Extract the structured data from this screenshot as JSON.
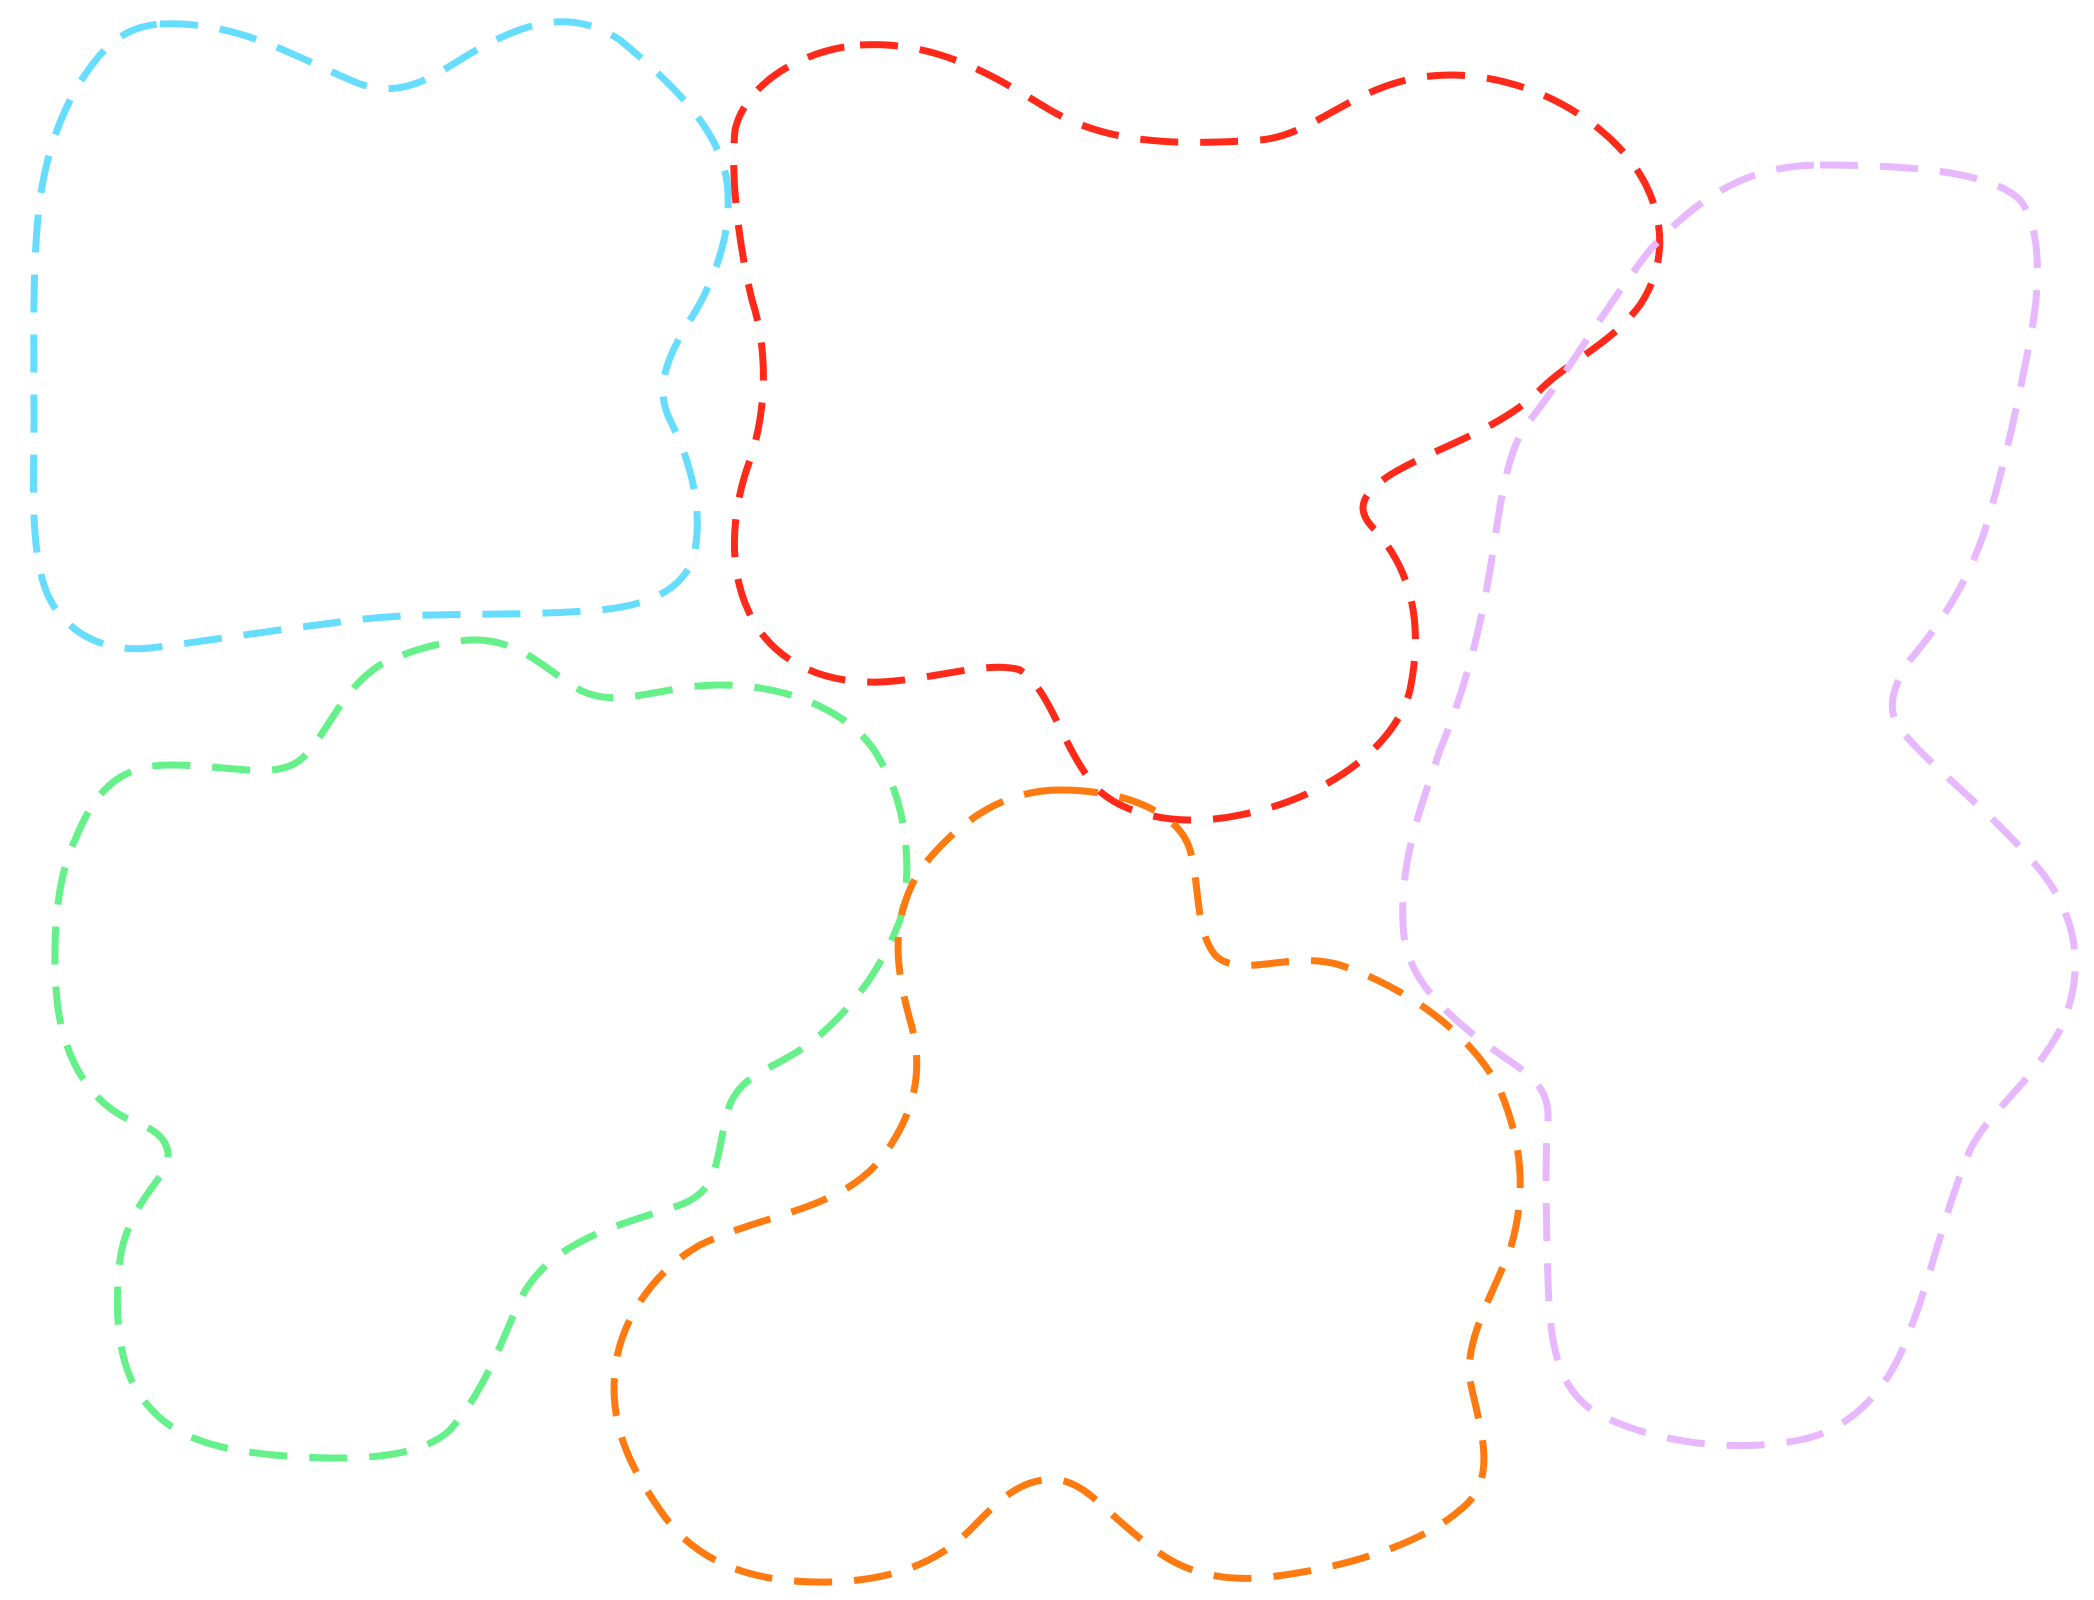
{
  "shapes": [
    {
      "id": "cyan",
      "color": "#66DDFF"
    },
    {
      "id": "red",
      "color": "#FF2A1A"
    },
    {
      "id": "violet",
      "color": "#E8B8FF"
    },
    {
      "id": "green",
      "color": "#66F08A"
    },
    {
      "id": "orange",
      "color": "#FF7A10"
    }
  ]
}
